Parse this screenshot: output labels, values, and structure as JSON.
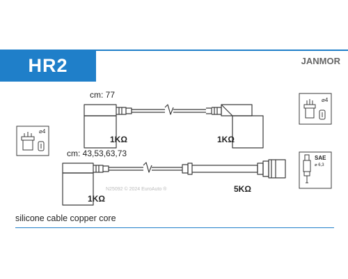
{
  "header": {
    "code": "HR2",
    "brand": "JANMOR"
  },
  "cables": {
    "top_length": "cm: 77",
    "top_left_resistance": "1KΩ",
    "top_right_resistance": "1KΩ",
    "bottom_length": "cm: 43,53,63,73",
    "bottom_left_resistance": "1KΩ",
    "bottom_right_resistance": "5KΩ"
  },
  "icons": {
    "distributor_label": "⌀4",
    "coil_label": "⌀4",
    "plug_sae": "SAE",
    "plug_size": "⌀ 6,3"
  },
  "watermark": "N25092 © 2024 EuroAuto ®",
  "footer": {
    "note": "silicone cable copper core"
  },
  "colors": {
    "accent": "#1f7fc9",
    "line": "#3a3a3a"
  }
}
